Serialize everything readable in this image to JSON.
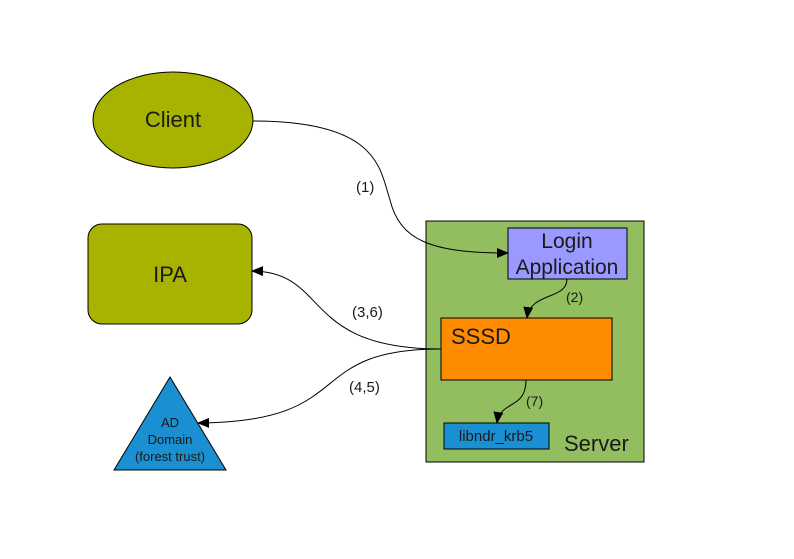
{
  "nodes": {
    "client": {
      "label": "Client",
      "color": "#a8b300"
    },
    "ipa": {
      "label": "IPA",
      "color": "#a8b300"
    },
    "ad_domain": {
      "lines": [
        "AD",
        "Domain",
        "(forest trust)"
      ],
      "color": "#1a8fd1"
    },
    "server": {
      "label": "Server",
      "color": "#93be5f"
    },
    "login_application": {
      "lines": [
        "Login",
        "Application"
      ],
      "color": "#9999ff"
    },
    "sssd": {
      "label": "SSSD",
      "color": "#ff8c00"
    },
    "libndr_krb5": {
      "label": "libndr_krb5",
      "color": "#1a8fd1"
    }
  },
  "edges": {
    "client_to_login": {
      "label": "(1)"
    },
    "login_to_sssd": {
      "label": "(2)"
    },
    "sssd_to_ipa": {
      "label": "(3,6)"
    },
    "sssd_to_ad": {
      "label": "(4,5)"
    },
    "sssd_to_libndr": {
      "label": "(7)"
    }
  }
}
